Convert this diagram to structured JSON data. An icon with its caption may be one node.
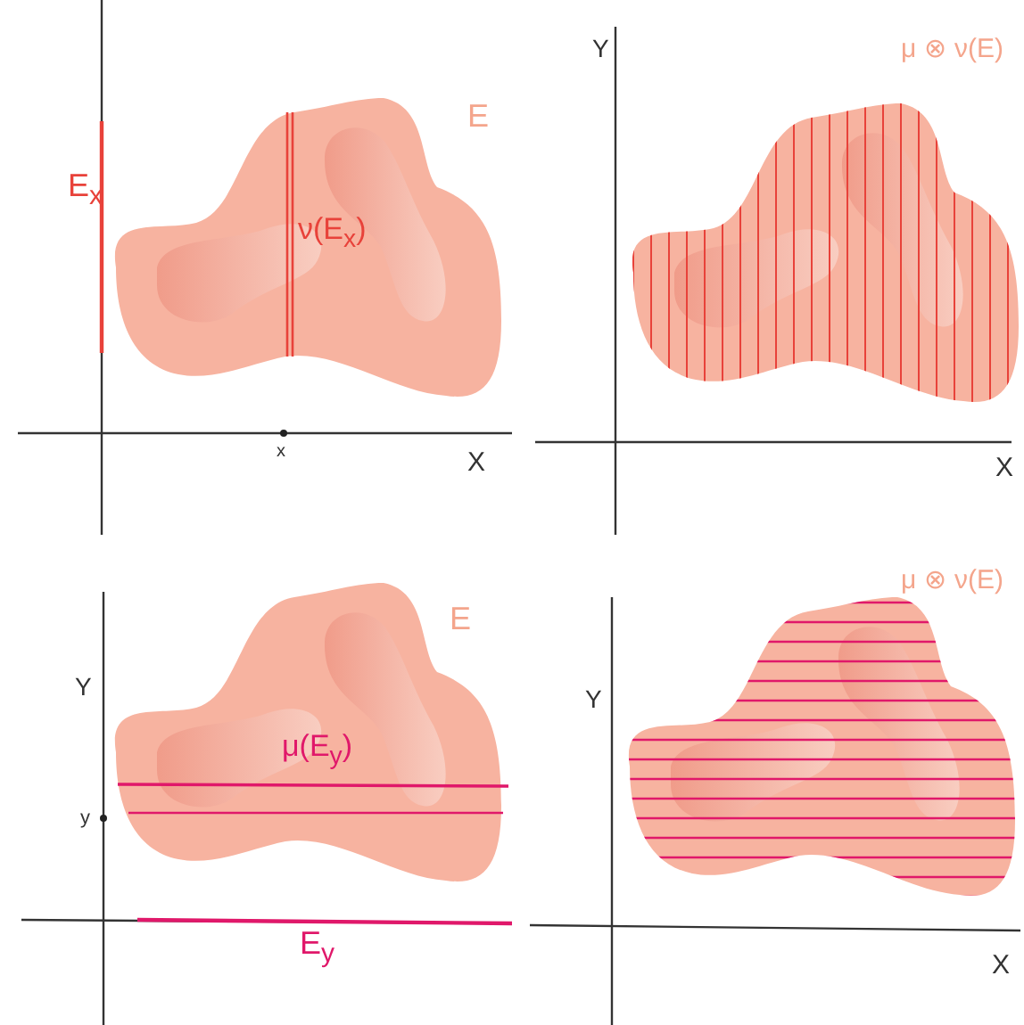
{
  "diagram": {
    "labels": [
      "E$_{x}$",
      "ν(E$_{x}$)",
      "E",
      "x",
      "X",
      "Y",
      "μ ⊗ ν(E)",
      "X",
      "E",
      "Y",
      "μ(E$_{y}$)",
      "y",
      "E$_{y}$",
      "μ ⊗ ν(E)",
      "Y",
      "X"
    ]
  }
}
